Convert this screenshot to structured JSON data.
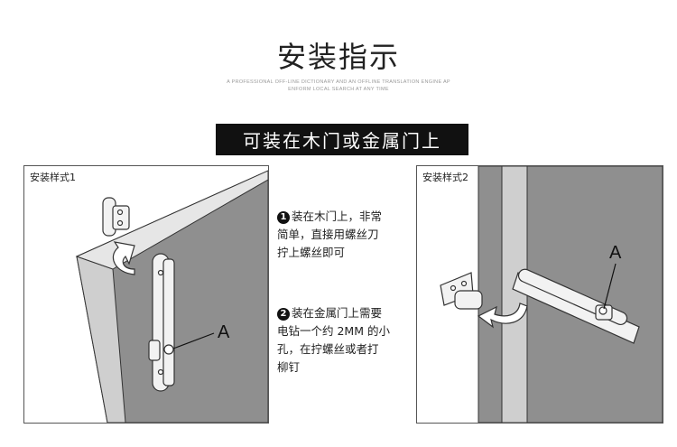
{
  "header": {
    "title": "安装指示",
    "subtitle_line1": "A PROFESSIONAL OFF-LINE DICTIONARY AND AN OFFLINE TRANSLATION ENGINE AP",
    "subtitle_line2": "ENFORM LOCAL SEARCH AT ANY TIME"
  },
  "banner": {
    "text": "可装在木门或金属门上"
  },
  "panels": [
    {
      "label": "安装样式1",
      "marker": "A"
    },
    {
      "label": "安装样式2",
      "marker": "A"
    }
  ],
  "notes": [
    {
      "number": "1",
      "lines": [
        "装在木门上，非常",
        "简单，直接用螺丝刀",
        "拧上螺丝即可"
      ]
    },
    {
      "number": "2",
      "lines": [
        "装在金属门上需要",
        "电钻一个约 2MM 的小",
        "孔，在拧螺丝或者打",
        "柳钉"
      ]
    }
  ],
  "colors": {
    "door": "#8f8f8f",
    "door_edge": "#c9c9c9",
    "banner_bg": "#111111",
    "arrow": "#ffffff"
  }
}
